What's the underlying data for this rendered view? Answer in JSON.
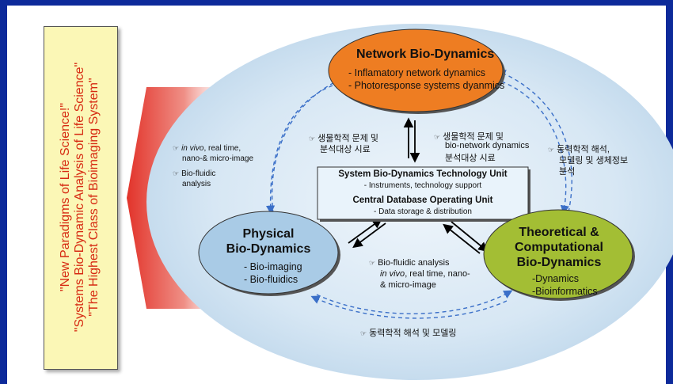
{
  "vertical_banner": {
    "line1": "\"New Paradigms of Life Science!\"",
    "line2": "\"Systems Bio-Dynamic Analysis of Life Science\"",
    "line3": "\"The Highest Class of Bioimaging System\""
  },
  "network": {
    "title": "Network Bio-Dynamics",
    "items": [
      "- Inflamatory network dynamics",
      "- Photoresponse systems dyanmics"
    ]
  },
  "physical": {
    "title1": "Physical",
    "title2": "Bio-Dynamics",
    "items": [
      "- Bio-imaging",
      "- Bio-fluidics"
    ]
  },
  "theoretical": {
    "title1": "Theoretical &",
    "title2": "Computational",
    "title3": "Bio-Dynamics",
    "items": [
      "-Dynamics",
      "-Bioinformatics"
    ]
  },
  "central": {
    "title1": "System Bio-Dynamics Technology Unit",
    "sub1": "- Instruments, technology  support",
    "title2": "Central Database Operating Unit",
    "sub2": "- Data storage & distribution"
  },
  "notes": {
    "left_top_1": "in vivo",
    "left_top_1b": ", real time,",
    "left_top_2": "nano-& micro-image",
    "left_mid_1": "Bio-fluidic",
    "left_mid_2": "analysis",
    "center_left_1": "생물학적 문제 및",
    "center_left_2": "분석대상 시료",
    "center_right_1": "생물학적 문제 및",
    "center_right_2": "bio-network dynamics",
    "center_right_3": "분석대상 시료",
    "right_1": "동력학적 해석,",
    "right_2": "모델링 및 생체정보",
    "right_3": "분석",
    "bottom_mid_1": "Bio-fluidic analysis",
    "bottom_mid_2a": "in vivo",
    "bottom_mid_2b": ", real time, nano-",
    "bottom_mid_3": "& micro-image",
    "bottom": "동력학적 해석 및 모델링"
  },
  "colors": {
    "frame": "#0d2a9a",
    "background_ellipse": "#d2e4f2",
    "network_fill": "#ee7d22",
    "physical_fill": "#a9cbe6",
    "theoretical_fill": "#a3be34",
    "central_fill": "#e9f3fb",
    "banner_fill": "#fbf7b6",
    "banner_text": "#d62a12",
    "dashed_arrow": "#3a6fc8"
  },
  "icons": {
    "bullet": "pointing-hand-icon"
  }
}
